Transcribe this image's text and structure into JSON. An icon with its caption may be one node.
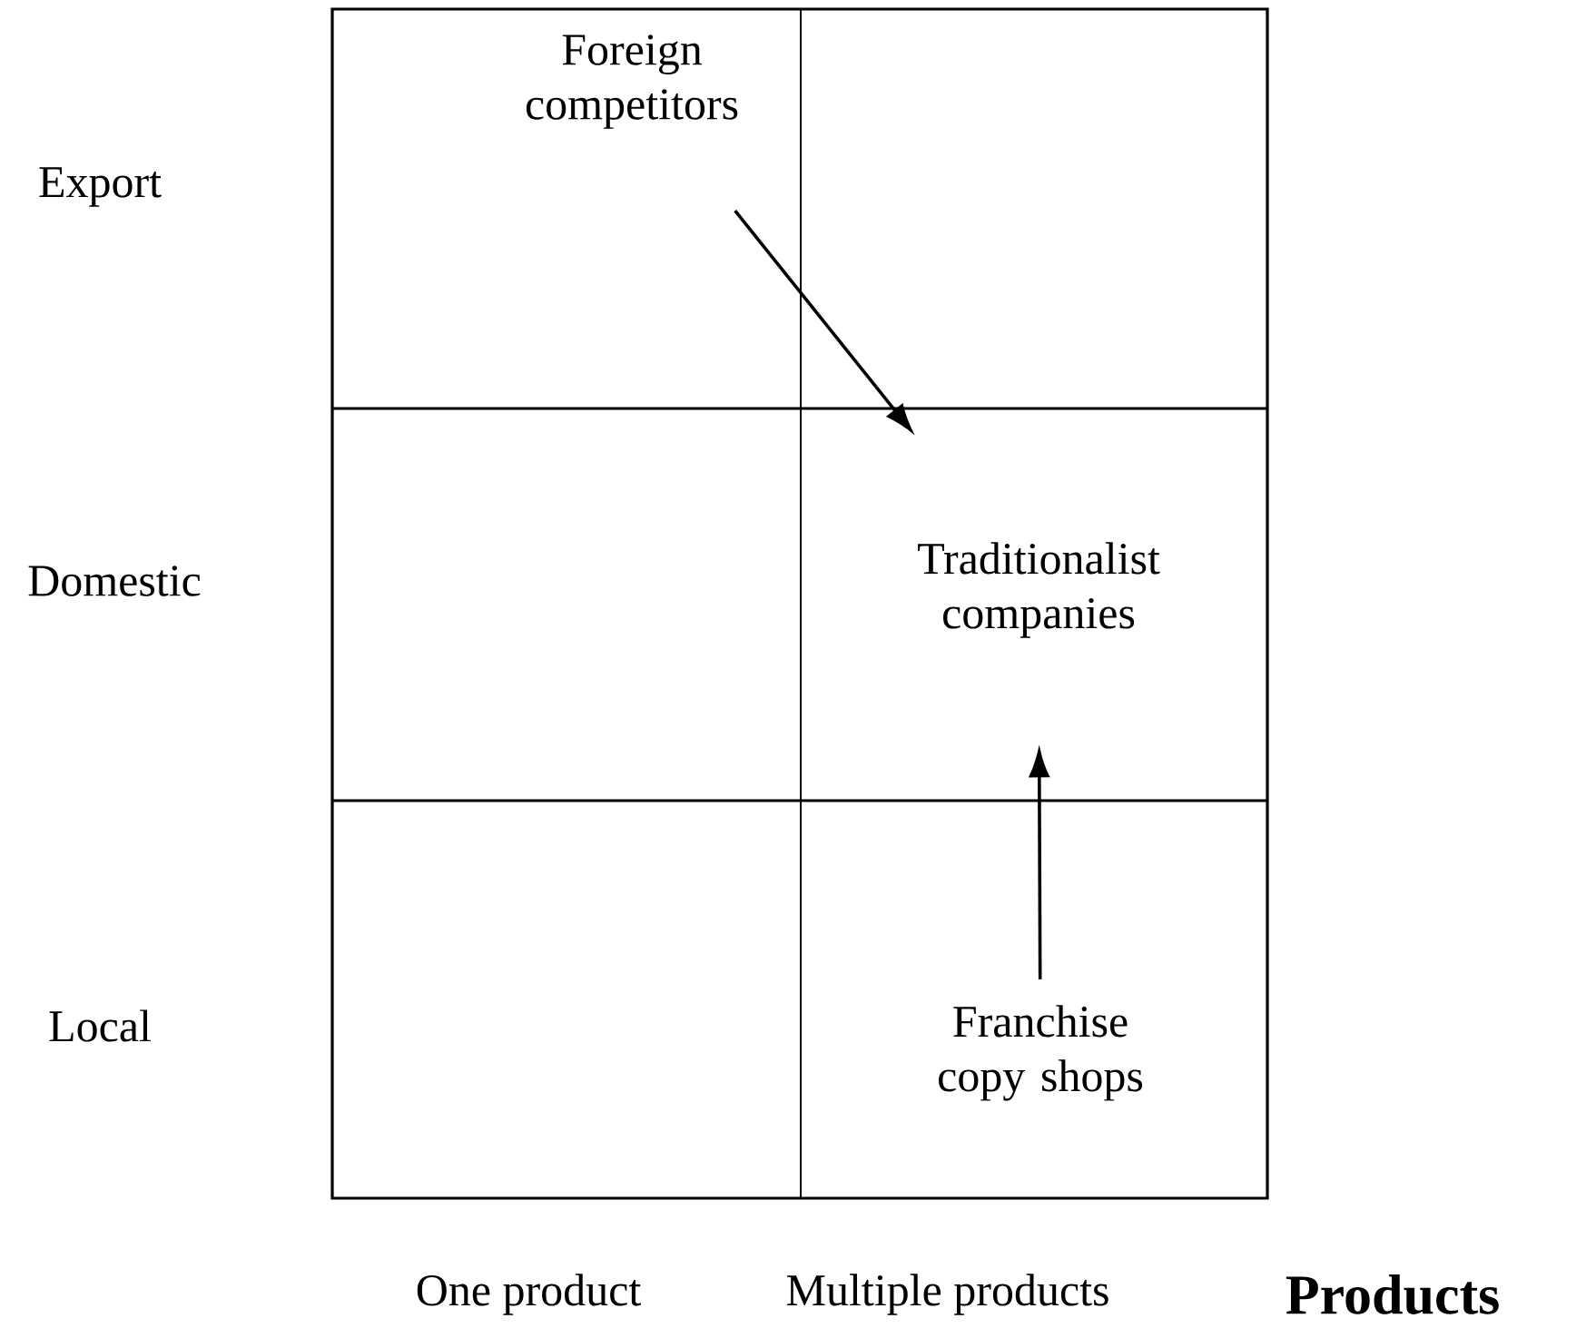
{
  "diagram": {
    "nodes": [
      {
        "text": [
          "Foreign competitors"
        ]
      },
      {
        "text": [
          "Traditionalist companies"
        ]
      },
      {
        "text": [
          "Franchise copy shops"
        ]
      }
    ],
    "edges": [
      {
        "from": 0,
        "to": 1,
        "arrow": "to"
      },
      {
        "from": 2,
        "to": 1,
        "arrow": "to"
      }
    ],
    "labels": [
      "Export",
      "Domestic",
      "Local",
      "One product",
      "Multiple products",
      "**Products**"
    ]
  }
}
